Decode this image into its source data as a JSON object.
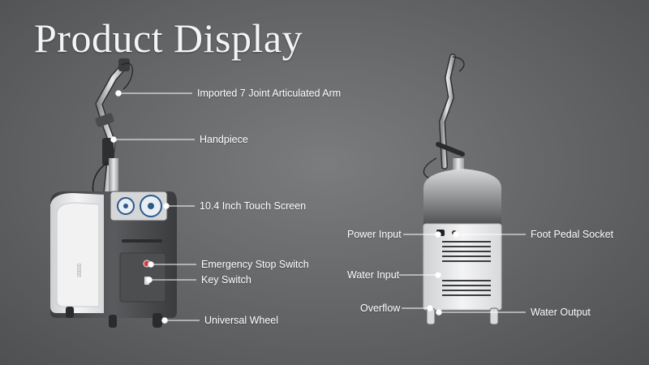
{
  "title": "Product Display",
  "front_labels": {
    "arm": "Imported 7 Joint Articulated Arm",
    "handpiece": "Handpiece",
    "screen": "10.4 Inch Touch Screen",
    "emergency": "Emergency Stop Switch",
    "key": "Key Switch",
    "wheel": "Universal Wheel"
  },
  "back_labels": {
    "power": "Power Input",
    "foot_pedal": "Foot Pedal Socket",
    "water_input": "Water Input",
    "overflow": "Overflow",
    "water_output": "Water Output"
  },
  "colors": {
    "background": "#66686a",
    "text": "#ffffff",
    "machine_body": "#e8e8ea",
    "machine_dark": "#4a4b4d"
  }
}
